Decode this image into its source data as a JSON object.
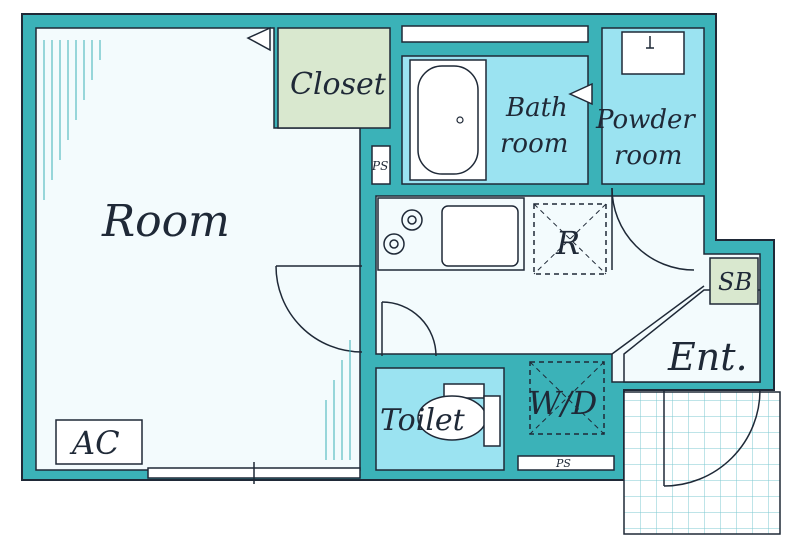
{
  "labels": {
    "room": "Room",
    "closet": "Closet",
    "bath_line1": "Bath",
    "bath_line2": "room",
    "powder_line1": "Powder",
    "powder_line2": "room",
    "refrigerator": "R",
    "ps_top": "PS",
    "ps_bottom": "PS",
    "sb": "SB",
    "entrance": "Ent.",
    "wd": "W/D",
    "toilet": "Toilet",
    "ac": "AC"
  },
  "colors": {
    "wall": "#3bb2b8",
    "wet_area": "#9be3f1",
    "closet": "#d9e8cf",
    "floor": "#f3fbfd",
    "line": "#1f2937",
    "tile": "#7ec8d2"
  }
}
